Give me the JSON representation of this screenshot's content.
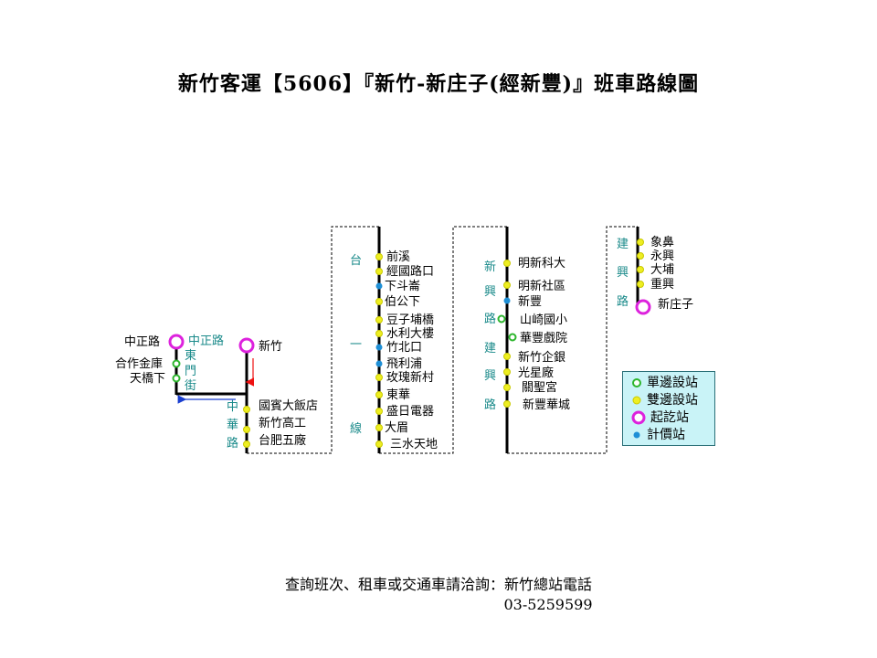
{
  "title": "新竹客運【5606】『新竹-新庄子(經新豐)』班車路線圖",
  "colors": {
    "single": "#2db52d",
    "double": "#eeee22",
    "terminal": "#dd22dd",
    "fare": "#1e8fd6",
    "road_label": "#1a8a8a"
  },
  "roads": {
    "zhongzheng_left": "中正路",
    "zhongzheng_right": "中正路",
    "dongmen": "東門街",
    "zhonghua": "中華路",
    "taiyi": "台一線",
    "xinxing": "新興路建興路",
    "jianxing": "建興路"
  },
  "stops": {
    "seg1": [
      "中正路",
      "合作金庫",
      "天橋下"
    ],
    "seg2": [
      "新竹",
      "國賓大飯店",
      "新竹高工",
      "台肥五廠"
    ],
    "seg3": [
      "前溪",
      "經國路口",
      "下斗崙",
      "伯公下",
      "豆子埔橋",
      "水利大樓",
      "竹北口",
      "飛利浦",
      "玫瑰新村",
      "東華",
      "盛日電器",
      "大眉",
      "三水天地"
    ],
    "seg4": [
      "明新科大",
      "明新社區",
      "新豐",
      "山崎國小",
      "華豐戲院",
      "新竹企銀",
      "光星廠",
      "關聖宮",
      "新豐華城"
    ],
    "seg5": [
      "象鼻",
      "永興",
      "大埔",
      "重興",
      "新庄子"
    ]
  },
  "legend": [
    "單邊設站",
    "雙邊設站",
    "起訖站",
    "計價站"
  ],
  "footer": {
    "line1": "查詢班次、租車或交通車請洽詢：新竹總站電話",
    "line2": "03-5259599"
  }
}
